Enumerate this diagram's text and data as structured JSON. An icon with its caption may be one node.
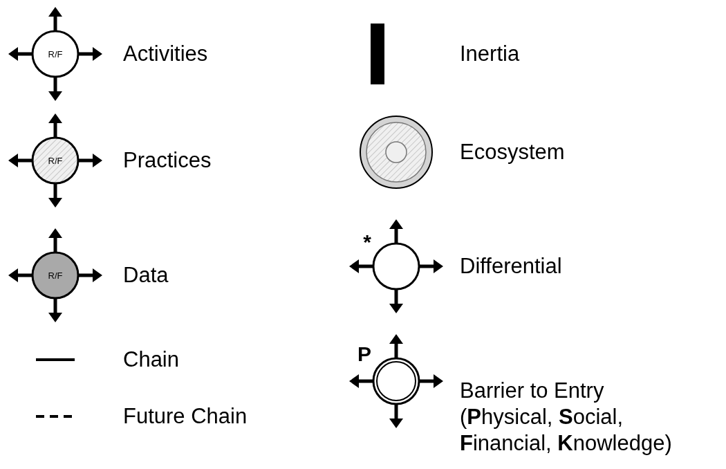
{
  "diagram": {
    "legend": [
      {
        "text": "Activities"
      },
      {
        "text": "Practices"
      },
      {
        "text": "Data"
      },
      {
        "text": "Chain"
      },
      {
        "text": "Future Chain"
      },
      {
        "text": "Inertia"
      },
      {
        "text": "Ecosystem"
      },
      {
        "text": "Differential"
      },
      {
        "text": "Barrier to Entry (**P**hysical, **S**ocial, **F**inancial, **K**nowledge)"
      }
    ],
    "labels": [
      "R/F",
      "R/F",
      "*",
      "R/F",
      "P"
    ]
  }
}
